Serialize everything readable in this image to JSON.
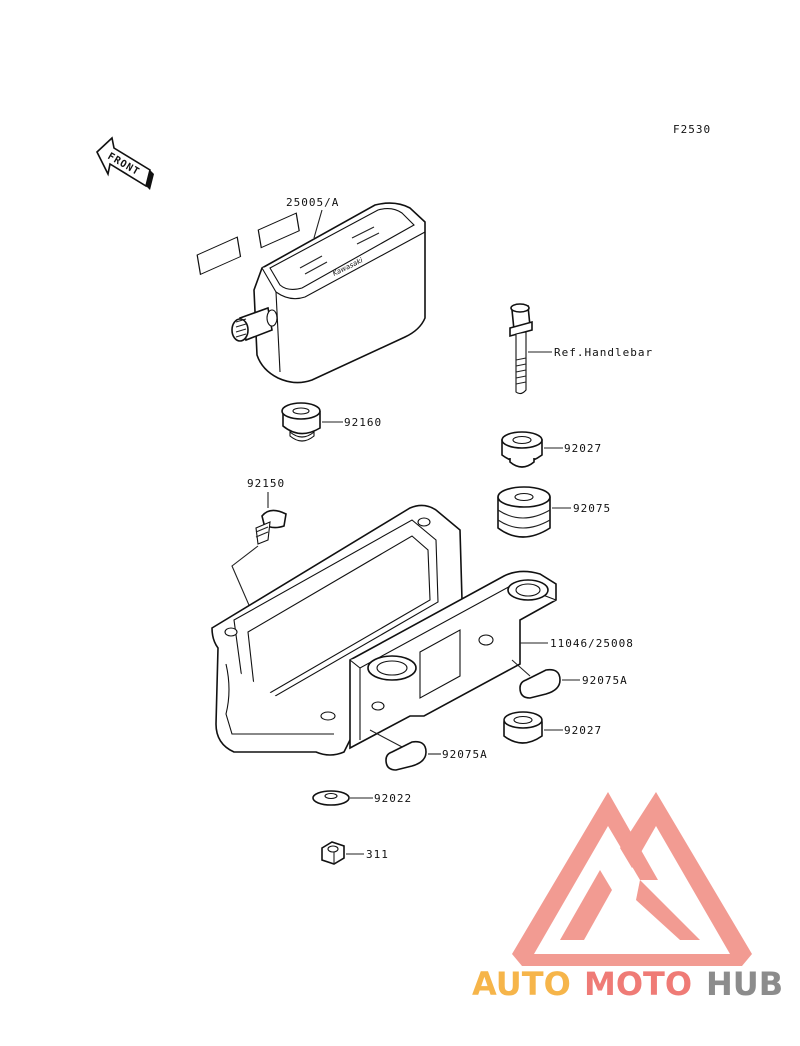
{
  "figure_code": "F2530",
  "front_label": "FRONT",
  "brand_mark": "Kawasaki",
  "labels": {
    "meter": "25005/A",
    "handlebar_ref": "Ref.Handlebar",
    "grommet_top": "92160",
    "collar_upper": "92027",
    "bolt": "92150",
    "damper": "92075",
    "bracket": "11046/25008",
    "damper_a_right": "92075A",
    "collar_lower": "92027",
    "damper_a_left": "92075A",
    "washer": "92022",
    "nut": "311"
  },
  "watermark": {
    "part1": "AUTO",
    "part2": "MOTO",
    "part3": "HUB",
    "colors": {
      "auto": "#f6b54a",
      "moto": "#ef7b76",
      "hub": "#8c8c8c",
      "logo": "#f08a80"
    }
  }
}
